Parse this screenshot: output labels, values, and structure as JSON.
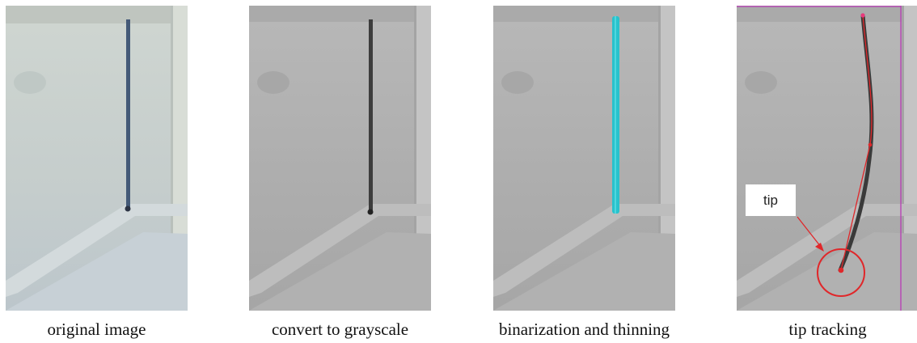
{
  "panels": [
    {
      "id": "original",
      "caption": "original image"
    },
    {
      "id": "grayscale",
      "caption": "convert to grayscale"
    },
    {
      "id": "binarization",
      "caption": "binarization  and thinning"
    },
    {
      "id": "tracking",
      "caption": "tip tracking",
      "annotation": "tip"
    }
  ],
  "colors": {
    "original_bg": "#c4ccc9",
    "original_rod": "#445a78",
    "gray_bg": "#aeaeae",
    "gray_rod": "#3d3d3d",
    "thinning_line": "#29c2cc",
    "tracking_line": "#e0272a",
    "tracking_frame": "#b93bb6"
  }
}
